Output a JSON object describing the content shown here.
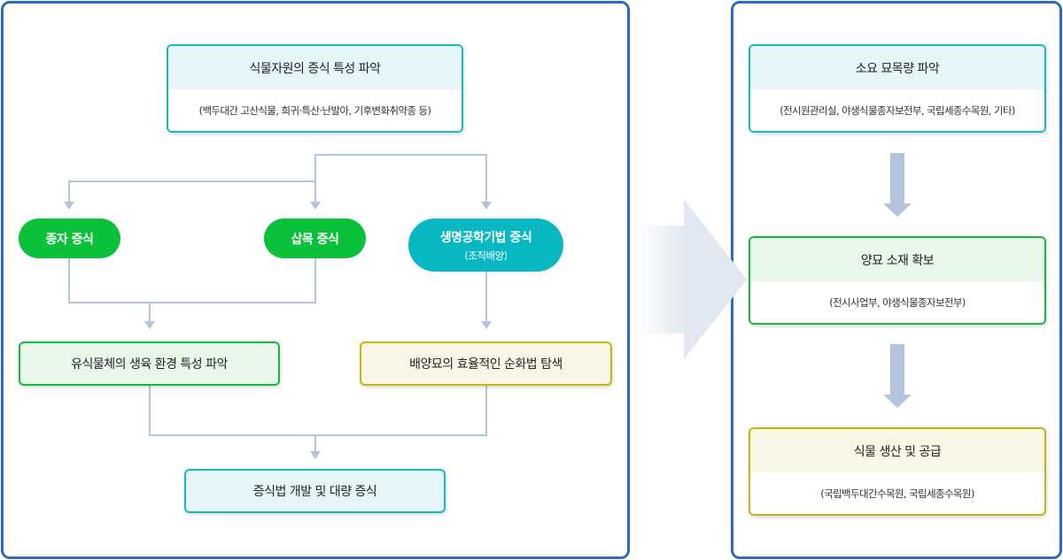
{
  "left_panel": {
    "top_box": {
      "title": "식물자원의 증식 특성 파악",
      "subtitle": "(백두대간 고산식물, 희귀·특산·난발아, 기후변화취약종 등)"
    },
    "methods": [
      {
        "label": "종자 증식"
      },
      {
        "label": "삽목 증식"
      },
      {
        "label": "생명공학기법 증식",
        "sublabel": "(조직배양)"
      }
    ],
    "middle_boxes": [
      {
        "label": "유식물체의 생육 환경 특성 파악"
      },
      {
        "label": "배양묘의 효율적인 순화법 탐색"
      }
    ],
    "bottom_box": {
      "label": "증식법 개발 및 대량 증식"
    }
  },
  "right_panel": {
    "steps": [
      {
        "title": "소요 묘목량 파악",
        "subtitle": "(전시원관리실, 야생식물종자보전부, 국립세종수목원, 기타)"
      },
      {
        "title": "양묘 소재 확보",
        "subtitle": "(전시사업부, 야생식물종자보전부)"
      },
      {
        "title": "식물 생산 및 공급",
        "subtitle": "(국립백두대간수목원, 국립세종수목원)"
      }
    ]
  },
  "colors": {
    "panel_border": "#2f6bbd",
    "connector": "#b3c4dc",
    "teal": "#1bb8c4",
    "green": "#18b838",
    "olive": "#c7b40f",
    "big_arrow": "#e2e8f1"
  }
}
